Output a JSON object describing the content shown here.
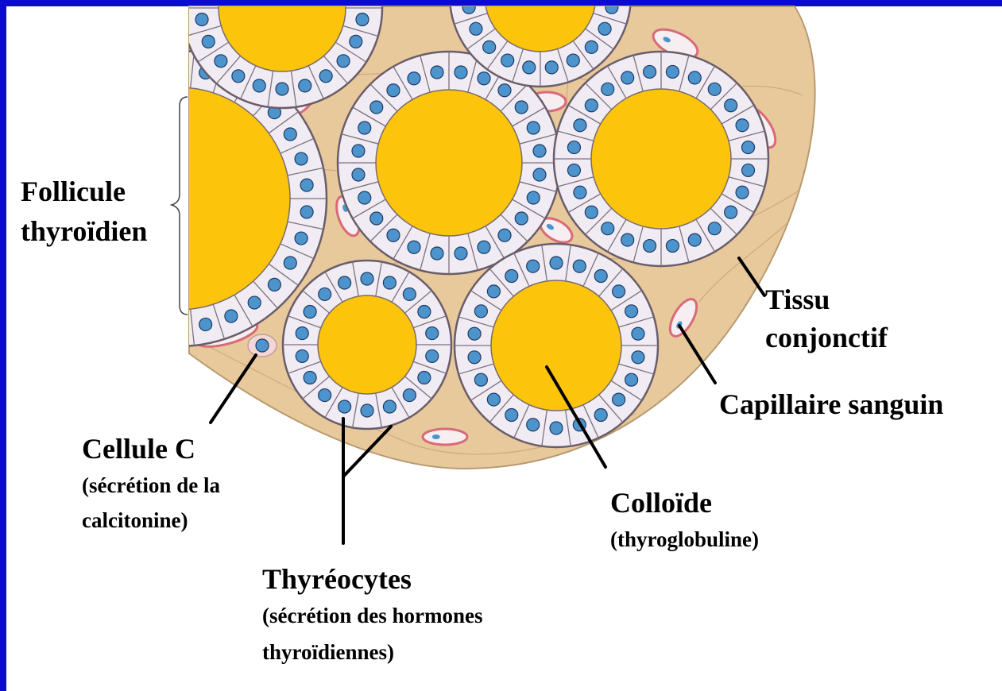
{
  "colors": {
    "frame": "#0a0ad2",
    "background": "#ffffff",
    "connective_tissue": "#e8c99c",
    "colloid": "#fcc40b",
    "cell_fill": "#f1ecf4",
    "nucleus": "#4e94cc",
    "capillary": "#d96a78"
  },
  "labels": {
    "follicule_line1": "Follicule",
    "follicule_line2": "thyroïdien",
    "tissu_line1": "Tissu",
    "tissu_line2": "conjonctif",
    "capillaire": "Capillaire sanguin",
    "cellule_c": "Cellule C",
    "cellule_c_note1": "(sécrétion de la",
    "cellule_c_note2": "calcitonine)",
    "colloide": "Colloïde",
    "colloide_note": "(thyroglobuline)",
    "thyreocytes": "Thyréocytes",
    "thyreocytes_note1": "(sécrétion des hormones",
    "thyreocytes_note2": "thyroïdiennes)"
  }
}
